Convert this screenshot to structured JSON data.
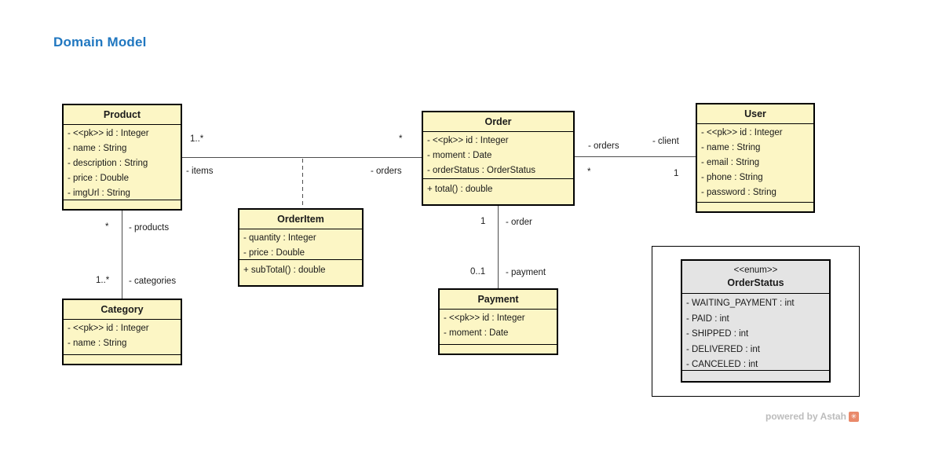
{
  "title": "Domain Model",
  "colors": {
    "title_blue": "#2077c0",
    "class_fill": "#fcf6c5",
    "enum_fill": "#e4e4e4",
    "border": "#000000",
    "line": "#4d4d4d",
    "watermark_grey": "#bcbcbc",
    "astah_orange": "#e9896a"
  },
  "classes": {
    "product": {
      "name": "Product",
      "attrs": [
        "- <<pk>> id : Integer",
        "- name : String",
        "- description : String",
        "- price : Double",
        "- imgUrl : String"
      ]
    },
    "category": {
      "name": "Category",
      "attrs": [
        "- <<pk>> id : Integer",
        "- name : String"
      ]
    },
    "orderitem": {
      "name": "OrderItem",
      "attrs": [
        "- quantity : Integer",
        "- price : Double"
      ],
      "methods": [
        "+ subTotal() : double"
      ]
    },
    "order": {
      "name": "Order",
      "attrs": [
        "- <<pk>> id : Integer",
        "- moment : Date",
        "- orderStatus : OrderStatus"
      ],
      "methods": [
        "+ total() : double"
      ]
    },
    "payment": {
      "name": "Payment",
      "attrs": [
        "- <<pk>> id : Integer",
        "- moment : Date"
      ]
    },
    "user": {
      "name": "User",
      "attrs": [
        "- <<pk>> id : Integer",
        "- name : String",
        "- email : String",
        "- phone : String",
        "- password : String"
      ]
    }
  },
  "enum": {
    "stereotype": "<<enum>>",
    "name": "OrderStatus",
    "attrs": [
      "- WAITING_PAYMENT : int",
      "- PAID : int",
      "- SHIPPED : int",
      "- DELIVERED : int",
      "- CANCELED : int"
    ]
  },
  "associations": {
    "product_order": {
      "mult_product": "1..*",
      "mult_order": "*",
      "role_items": "- items",
      "role_orders": "- orders"
    },
    "product_category": {
      "mult_top": "*",
      "role_top": "- products",
      "mult_bottom": "1..*",
      "role_bottom": "- categories"
    },
    "order_payment": {
      "mult_top": "1",
      "role_top": "- order",
      "mult_bottom": "0..1",
      "role_bottom": "- payment"
    },
    "order_user": {
      "role_orders": "- orders",
      "role_client": "- client",
      "mult_orders": "*",
      "mult_client": "1"
    }
  },
  "watermark": {
    "text": "powered by Astah",
    "icon": "astah-logo"
  }
}
